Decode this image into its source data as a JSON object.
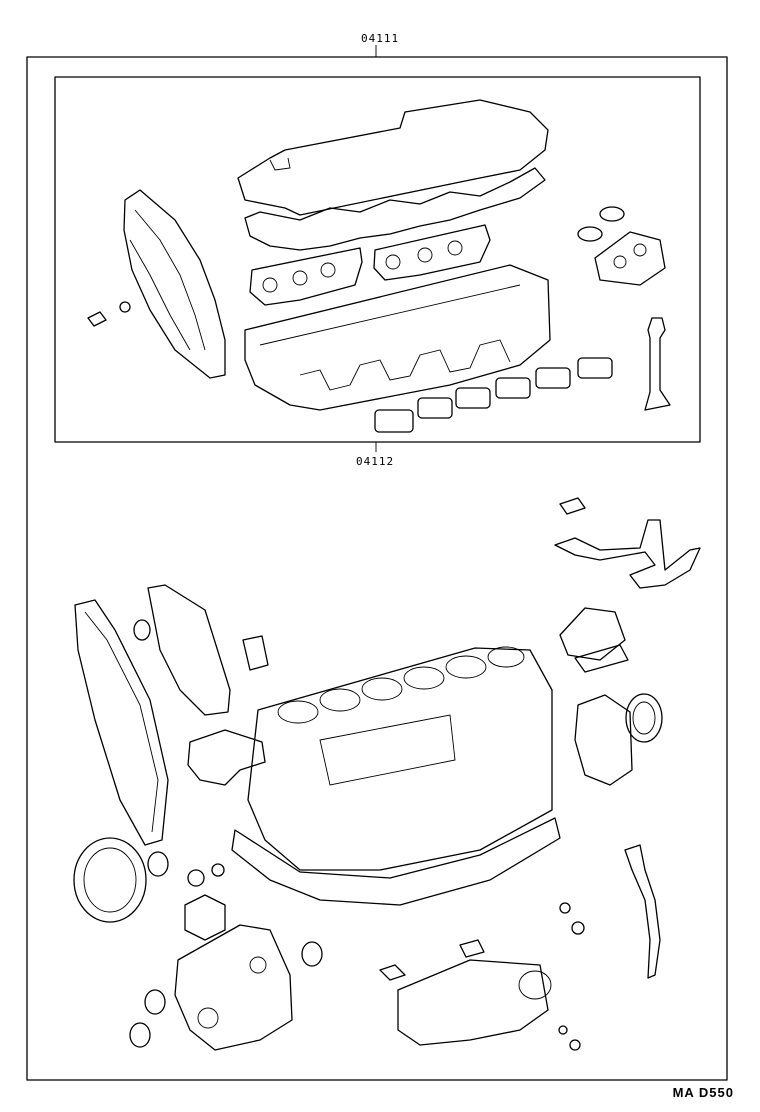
{
  "diagram": {
    "top_label": "04111",
    "inner_label": "04112",
    "figure_code": "MA D550"
  }
}
